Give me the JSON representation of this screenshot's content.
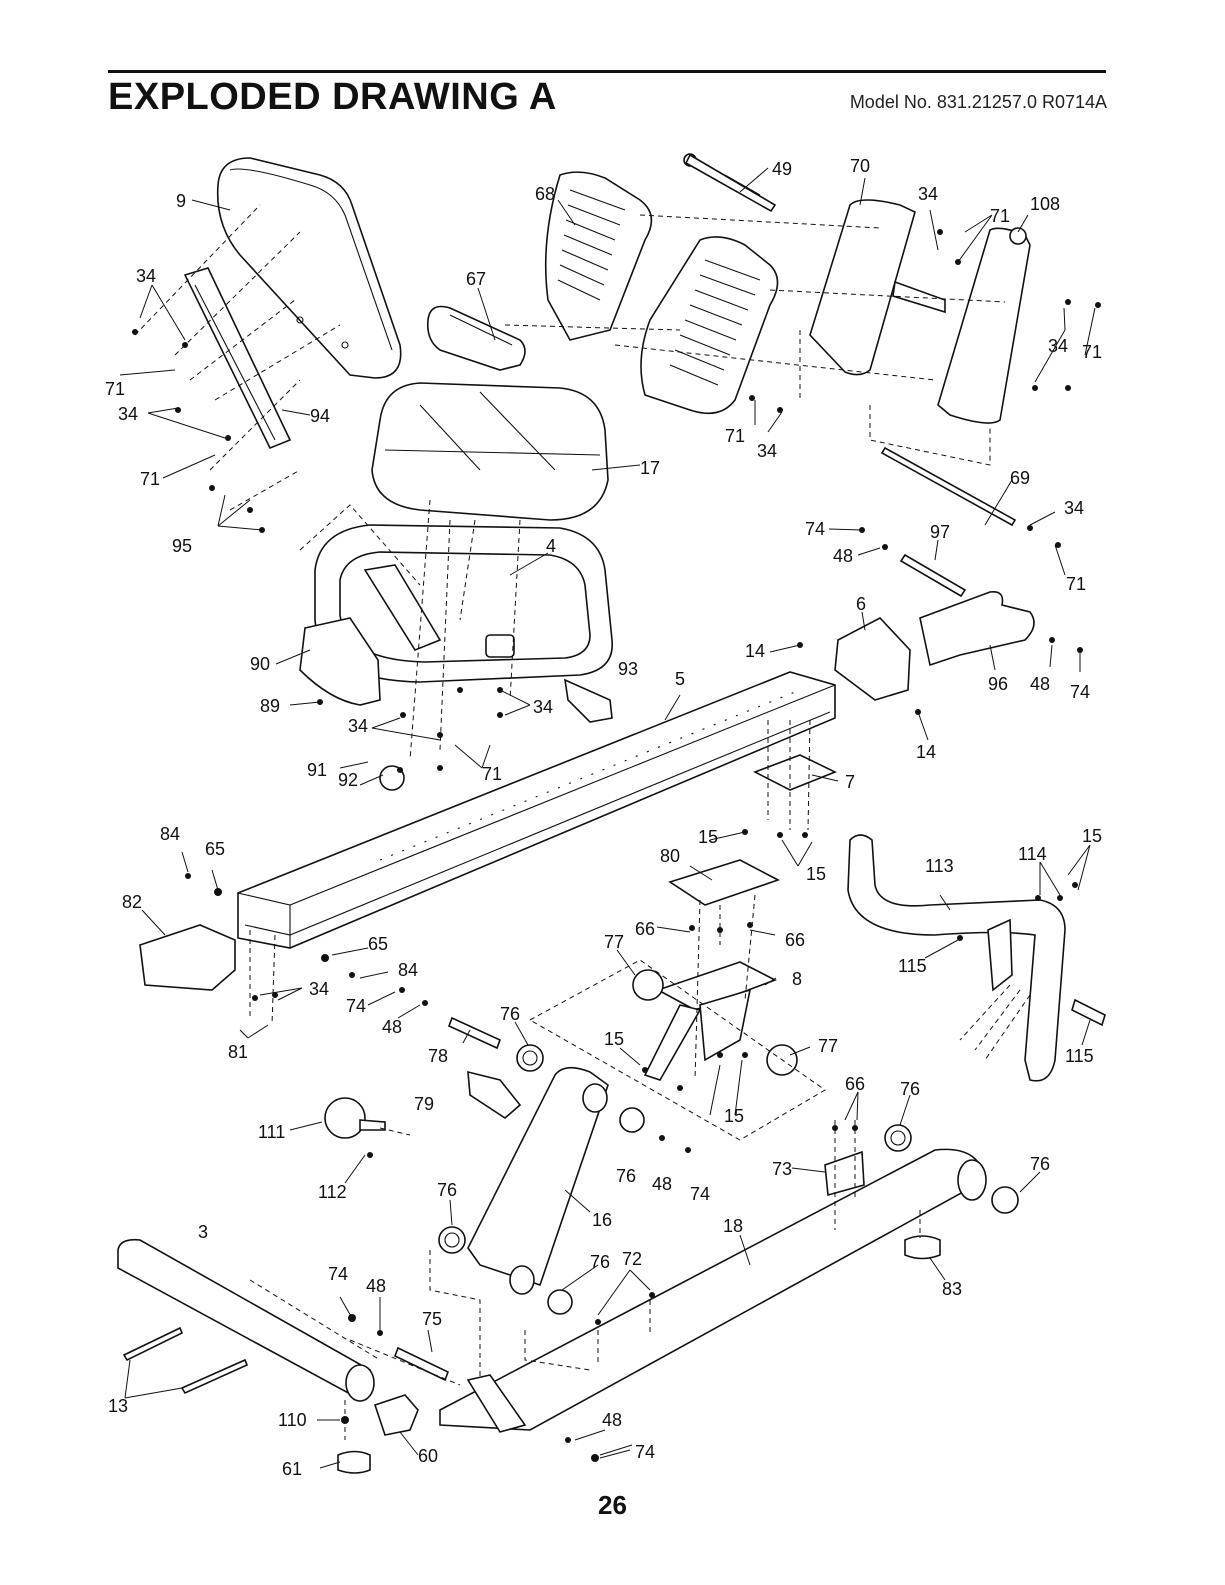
{
  "header": {
    "title": "EXPLODED DRAWING A",
    "model": "Model No. 831.21257.0 R0714A"
  },
  "page_number": "26",
  "labels": [
    "9",
    "34",
    "71",
    "34",
    "71",
    "94",
    "95",
    "67",
    "68",
    "49",
    "70",
    "34",
    "71",
    "108",
    "34",
    "71",
    "71",
    "34",
    "17",
    "69",
    "34",
    "71",
    "74",
    "48",
    "97",
    "4",
    "6",
    "14",
    "96",
    "48",
    "74",
    "90",
    "89",
    "34",
    "34",
    "71",
    "93",
    "5",
    "14",
    "91",
    "92",
    "7",
    "84",
    "65",
    "82",
    "65",
    "84",
    "34",
    "74",
    "48",
    "81",
    "15",
    "15",
    "80",
    "66",
    "66",
    "77",
    "8",
    "76",
    "78",
    "79",
    "15",
    "77",
    "15",
    "76",
    "48",
    "74",
    "66",
    "76",
    "73",
    "76",
    "113",
    "114",
    "15",
    "115",
    "115",
    "111",
    "112",
    "3",
    "76",
    "16",
    "18",
    "74",
    "48",
    "75",
    "76",
    "72",
    "13",
    "110",
    "60",
    "48",
    "74",
    "61",
    "83"
  ]
}
